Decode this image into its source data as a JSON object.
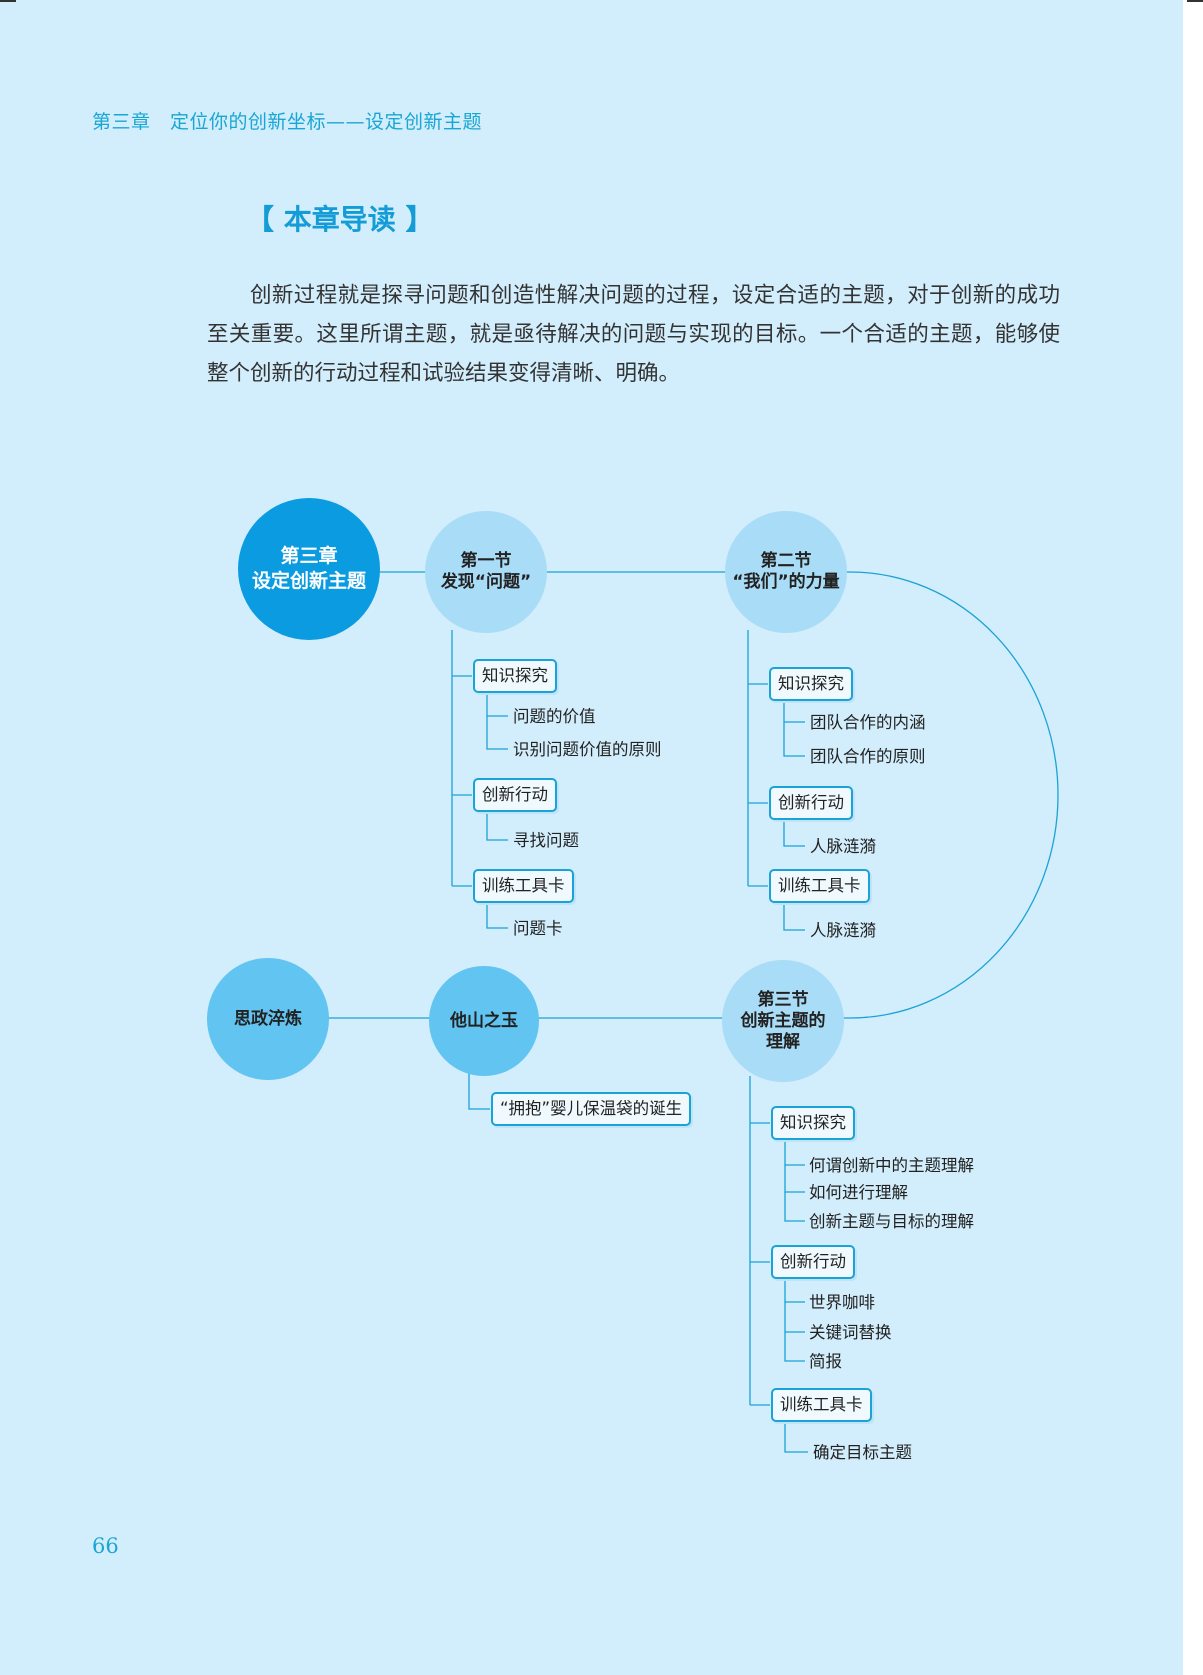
{
  "header": {
    "running_title": "第三章　定位你的创新坐标——设定创新主题"
  },
  "section": {
    "heading": "【 本章导读 】"
  },
  "intro": {
    "text": "创新过程就是探寻问题和创造性解决问题的过程，设定合适的主题，对于创新的成功至关重要。这里所谓主题，就是亟待解决的问题与实现的目标。一个合适的主题，能够使整个创新的行动过程和试验结果变得清晰、明确。"
  },
  "mindmap": {
    "chapter": {
      "line1": "第三章",
      "line2": "设定创新主题"
    },
    "section1": {
      "line1": "第一节",
      "line2": "发现“问题”",
      "knowledge": {
        "label": "知识探究",
        "items": [
          "问题的价值",
          "识别问题价值的原则"
        ]
      },
      "action": {
        "label": "创新行动",
        "items": [
          "寻找问题"
        ]
      },
      "toolcard": {
        "label": "训练工具卡",
        "items": [
          "问题卡"
        ]
      }
    },
    "section2": {
      "line1": "第二节",
      "line2": "“我们”的力量",
      "knowledge": {
        "label": "知识探究",
        "items": [
          "团队合作的内涵",
          "团队合作的原则"
        ]
      },
      "action": {
        "label": "创新行动",
        "items": [
          "人脉涟漪"
        ]
      },
      "toolcard": {
        "label": "训练工具卡",
        "items": [
          "人脉涟漪"
        ]
      }
    },
    "section3": {
      "line1": "第三节",
      "line2": "创新主题的",
      "line3": "理解",
      "knowledge": {
        "label": "知识探究",
        "items": [
          "何谓创新中的主题理解",
          "如何进行理解",
          "创新主题与目标的理解"
        ]
      },
      "action": {
        "label": "创新行动",
        "items": [
          "世界咖啡",
          "关键词替换",
          "简报"
        ]
      },
      "toolcard": {
        "label": "训练工具卡",
        "items": [
          "确定目标主题"
        ]
      }
    },
    "sizheng": {
      "label": "思政淬炼"
    },
    "tashan": {
      "label": "他山之玉",
      "case": "“拥抱”婴儿保温袋的诞生"
    }
  },
  "footer": {
    "page_number": "66"
  },
  "colors": {
    "page_bg": "#d2edfb",
    "accent": "#139cd6",
    "line": "#1aa3d6",
    "main_circle": "#0a9be0",
    "light_circle": "#a9dcf7",
    "mid_circle": "#62c4f1"
  }
}
